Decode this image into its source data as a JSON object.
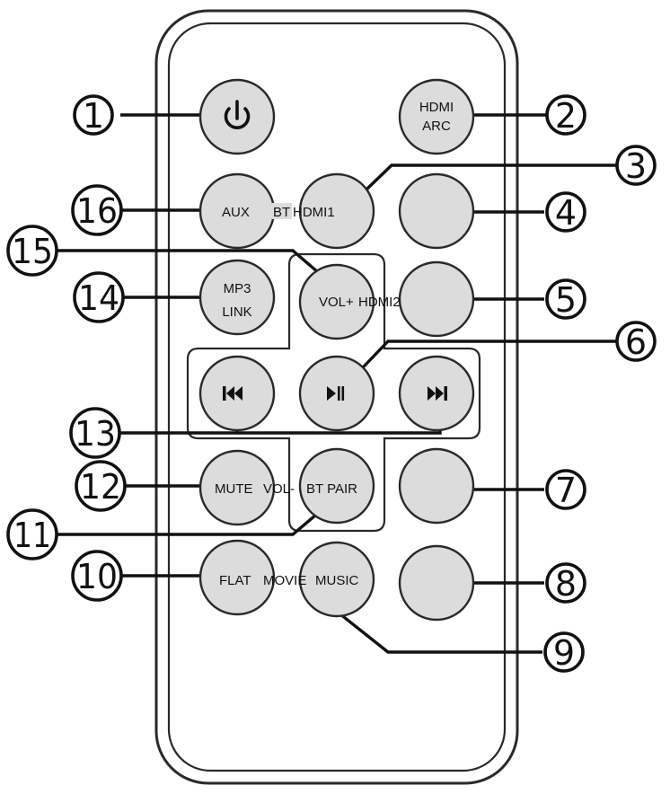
{
  "buttons": {
    "power_icon": "power-icon",
    "hdmi_arc_line1": "HDMI",
    "hdmi_arc_line2": "ARC",
    "aux_label": "AUX",
    "bt_label": "BT",
    "hdmi1_label": "HDMI1",
    "mp3_link_line1": "MP3",
    "mp3_link_line2": "LINK",
    "vol_up_label": "VOL+",
    "hdmi2_label": "HDMI2",
    "prev_icon": "skip-back-icon",
    "play_pause_icon": "play-pause-icon",
    "next_icon": "skip-forward-icon",
    "mute_label": "MUTE",
    "vol_down_label": "VOL-",
    "bt_pair_label": "BT PAIR",
    "flat_label": "FLAT",
    "movie_label": "MOVIE",
    "music_label": "MUSIC"
  },
  "callouts": [
    "1",
    "2",
    "3",
    "4",
    "5",
    "6",
    "7",
    "8",
    "9",
    "10",
    "11",
    "12",
    "13",
    "14",
    "15",
    "16"
  ],
  "colors": {
    "button_fill": "#dcdcdc",
    "outline": "#2a2a2a"
  }
}
